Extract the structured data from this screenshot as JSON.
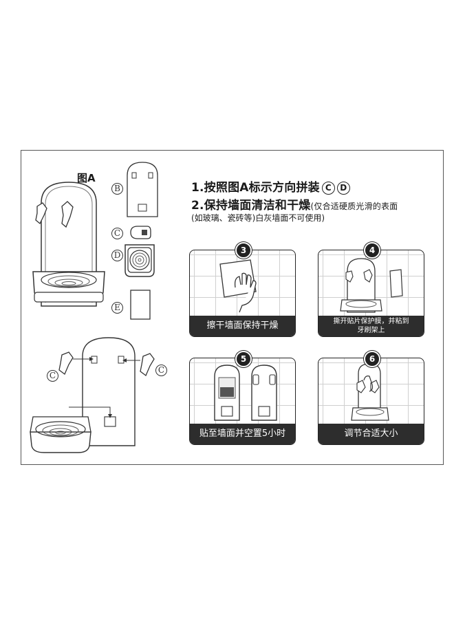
{
  "figure": {
    "title": "图A",
    "parts": {
      "b": "B",
      "c": "C",
      "d": "D",
      "e": "E"
    }
  },
  "instructions": {
    "line1_text": "1.按照图A标示方向拼装",
    "line1_circle_c": "C",
    "line1_circle_d": "D",
    "line2_text": "2.保持墙面清洁和干燥",
    "line2_note": "(仅合适硬质光滑的表面",
    "line3_note": "(如玻璃、瓷砖等)白灰墙面不可使用)"
  },
  "steps": [
    {
      "number": "3",
      "caption": "擦干墙面保持干燥"
    },
    {
      "number": "4",
      "caption_line1": "撕开贴片保护膜，并粘到",
      "caption_line2": "牙刷架上"
    },
    {
      "number": "5",
      "caption": "贴至墙面并空置5小时"
    },
    {
      "number": "6",
      "caption": "调节合适大小"
    }
  ]
}
